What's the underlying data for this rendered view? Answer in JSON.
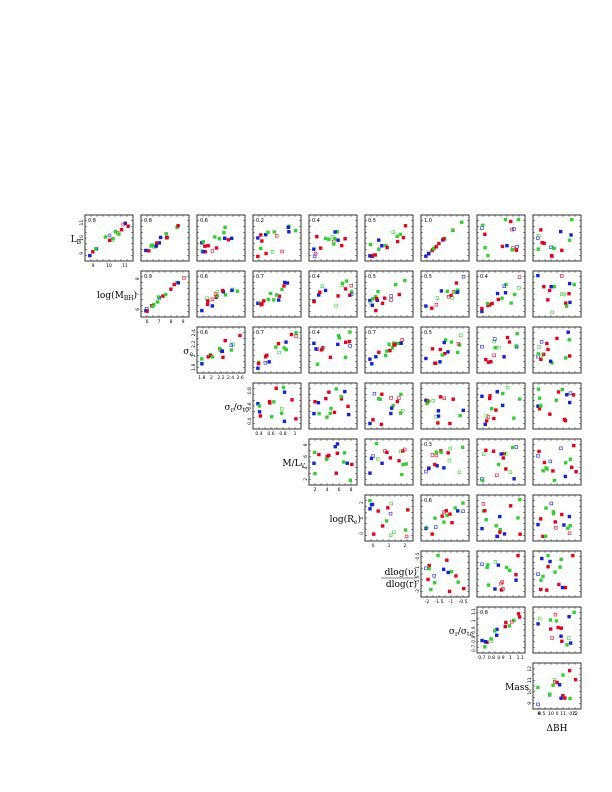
{
  "colors": {
    "red": "#e8001a",
    "green": "#2fd12f",
    "blue": "#1020dd",
    "frame": "#000000"
  },
  "variables": [
    {
      "id": "LB",
      "label_main": "L",
      "label_sub": "B"
    },
    {
      "id": "logMBH",
      "label_main": "log(M",
      "label_sub": "BH",
      "label_suffix": ")"
    },
    {
      "id": "sigma_e",
      "label_main": "σ",
      "label_sub": "e"
    },
    {
      "id": "sigma_ratio",
      "label_main": "σ",
      "label_sub": "r",
      "label_suffix": "/σ",
      "label_sub2": "t0"
    },
    {
      "id": "ML",
      "label_main": "M/L",
      "label_sub": "V"
    },
    {
      "id": "logRe",
      "label_main": "log(R",
      "label_sub": "e",
      "label_suffix": ")"
    },
    {
      "id": "dlognu",
      "label_main": "dlog(ν)",
      "label_den": "dlog(r)"
    },
    {
      "id": "sigma_rt",
      "label_main": "σ",
      "label_sub": "r",
      "label_suffix": "/σ",
      "label_sub2": "te"
    },
    {
      "id": "Mass",
      "label_main": "Mass"
    },
    {
      "id": "dBH",
      "label_main": "ΔBH"
    }
  ],
  "chart_data": {
    "type": "scatter",
    "layout": "corner-matrix",
    "series_colors": [
      "red",
      "green",
      "blue"
    ],
    "axes": {
      "LB": {
        "ticks": [
          "9",
          "10",
          "11"
        ],
        "range": [
          8.5,
          11.2
        ]
      },
      "logMBH": {
        "ticks": [
          "6",
          "7",
          "8",
          "9"
        ],
        "range": [
          5.6,
          9.6
        ]
      },
      "sigma_e": {
        "ticks": [
          "1.8",
          "2",
          "2.2",
          "2.4",
          "2.6"
        ],
        "range": [
          1.75,
          2.65
        ]
      },
      "sigma_ratio": {
        "ticks": [
          "0.4",
          "0.6",
          "0.8",
          "1"
        ],
        "range": [
          0.3,
          1.15
        ]
      },
      "ML": {
        "ticks": [
          "2",
          "4",
          "6",
          "8"
        ],
        "range": [
          1,
          9
        ]
      },
      "logRe": {
        "ticks": [
          "0",
          "1",
          "2"
        ],
        "range": [
          -0.3,
          2.5
        ]
      },
      "dlognu": {
        "ticks": [
          "-2",
          "-1.5",
          "-1",
          "-0.5"
        ],
        "range": [
          -2.3,
          -0.35
        ]
      },
      "sigma_rt": {
        "ticks": [
          "0.7",
          "0.8",
          "0.9",
          "1",
          "1.1"
        ],
        "range": [
          0.65,
          1.15
        ]
      },
      "Mass": {
        "ticks": [
          "9",
          "10",
          "11",
          "12"
        ],
        "range": [
          8.6,
          12.3
        ]
      }
    },
    "row_axis_labels": {
      "LB": [
        "9",
        "10",
        "11"
      ],
      "logMBH": [
        "6",
        "7",
        "8"
      ],
      "sigma_e": [
        "1.8",
        "2",
        "2.2",
        "2.4"
      ],
      "sigma_ratio": [
        "0.4",
        "0.6",
        "0.8"
      ],
      "ML": [
        "2",
        "4",
        "6",
        "8"
      ],
      "logRe": [
        "0",
        "1",
        "2"
      ],
      "dlognu": [
        "-2",
        "-1.5",
        "-1",
        "-0.5"
      ],
      "sigma_rt": [
        "0.7",
        "0.8",
        "0.9",
        "1",
        "1.1"
      ],
      "Mass": [
        "9",
        "10",
        "11",
        "12"
      ]
    },
    "col_axis_labels": {
      "LB": [
        "9",
        "10",
        "11"
      ],
      "logMBH": [
        "6",
        "7",
        "8",
        "9"
      ],
      "sigma_e": [
        "1.8",
        "2",
        "2.2",
        "2.4",
        "2.6"
      ],
      "sigma_ratio": [
        "0.4",
        "0.6",
        "0.8",
        "1"
      ],
      "ML": [
        "2",
        "4",
        "6",
        "8"
      ],
      "logRe": [
        "0",
        "1",
        "2"
      ],
      "dlognu": [
        "-2",
        "-1.5",
        "-1",
        "-0.5"
      ],
      "sigma_rt": [
        "0.7",
        "0.8",
        "0.9",
        "1",
        "1.1"
      ],
      "Mass": [
        "9",
        "10",
        "11",
        "12"
      ],
      "dBH": [
        "-0.5",
        "0",
        "0.5"
      ]
    },
    "correlation_coefficients": [
      [
        "0.8",
        "0.8",
        "0.6",
        "0.2",
        "0.4",
        "0.5",
        "1.0",
        ""
      ],
      [
        "0.9",
        "0.6",
        "0.7",
        "0.4",
        "0.5",
        "0.5",
        "0.4"
      ],
      [
        "0.6",
        "0.7",
        "0.4",
        "0.7",
        "0.5",
        ""
      ],
      [
        "",
        "",
        "",
        "",
        ""
      ],
      [
        "",
        "",
        "0.3",
        ""
      ],
      [
        "",
        "0.6",
        ""
      ],
      [
        "",
        ""
      ],
      [
        "0.8"
      ],
      []
    ],
    "note": "Lower-left diagonal panels show variable labels; upper panels show pairwise scatter of points colored red, green, blue."
  }
}
